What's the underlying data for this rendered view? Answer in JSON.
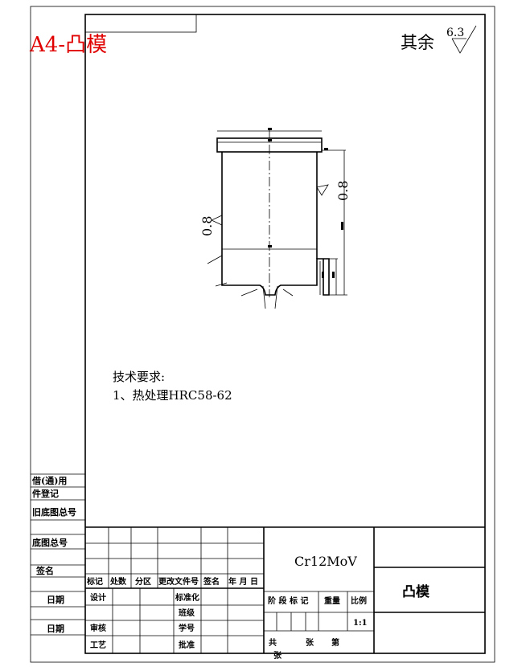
{
  "header": {
    "corner_label": "A4-凸模",
    "surface_note": "其余",
    "surface_value": "6.3"
  },
  "drawing": {
    "roughness_left": "0.8",
    "roughness_right": "0.8",
    "tech_title": "技术要求:",
    "tech_item_1": "1、热处理HRC58-62"
  },
  "side_labels": {
    "borrow": "借(通)用",
    "register": "件登记",
    "old_drawing_no": "旧底图总号",
    "drawing_no": "底图总号",
    "signature": "签名",
    "date1": "日期",
    "date2": "日期"
  },
  "title_block": {
    "material": "Cr12MoV",
    "part_name": "凸模",
    "headers": {
      "mark": "标记",
      "count": "处数",
      "zone": "分区",
      "change_doc": "更改文件号",
      "sign": "签名",
      "date": "年 月 日"
    },
    "design": "设计",
    "standardize": "标准化",
    "class": "班级",
    "review": "审核",
    "student_no": "学号",
    "process": "工艺",
    "approve": "批准",
    "stage_label": "阶 段 标 记",
    "weight_label": "重量",
    "scale_label": "比例",
    "scale_value": "1:1",
    "sheets_total": "共",
    "sheets_unit": "张",
    "sheet_no": "第",
    "sheet_unit": "张"
  }
}
